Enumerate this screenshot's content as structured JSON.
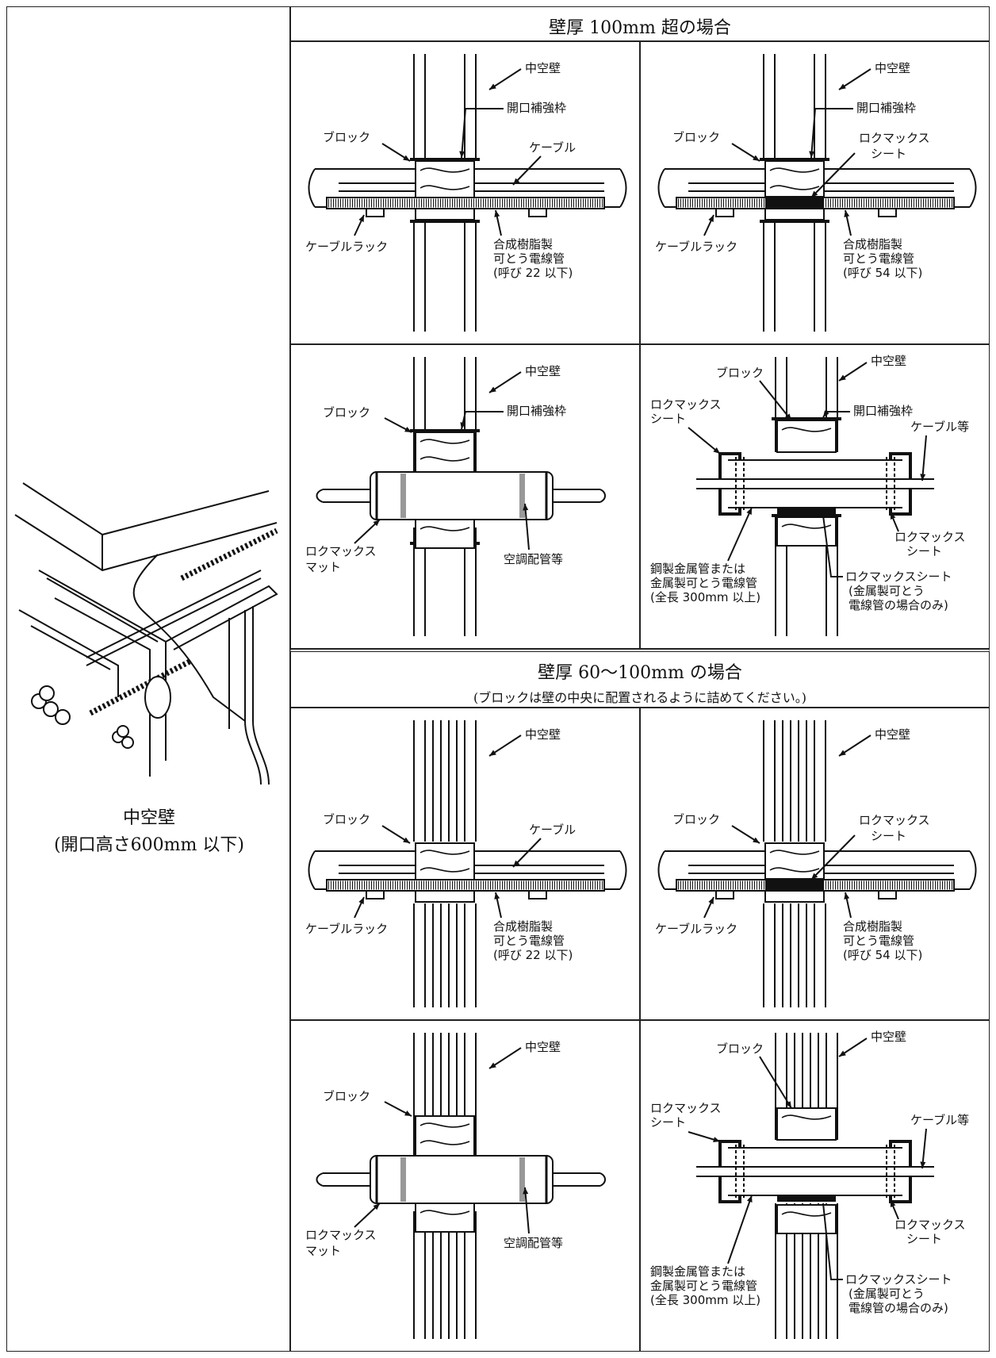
{
  "left": {
    "title": "中空壁",
    "subtitle": "(開口高さ600mm 以下)"
  },
  "sections": {
    "over100": {
      "title": "壁厚 100mm 超の場合"
    },
    "60to100": {
      "title": "壁厚 60～100mm の場合",
      "note": "(ブロックは壁の中央に配置されるように詰めてください。)"
    }
  },
  "labels": {
    "hollow_wall": "中空壁",
    "opening_frame": "開口補強枠",
    "block": "ブロック",
    "cable": "ケーブル",
    "cable_etc": "ケーブル等",
    "cable_rack": "ケーブルラック",
    "resin_conduit_1": "合成樹脂製",
    "resin_conduit_2": "可とう電線管",
    "call22": "(呼び 22 以下)",
    "call54": "(呼び 54 以下)",
    "rockmax_sheet_1": "ロクマックス",
    "rockmax_sheet_2": "シート",
    "rockmax_mat_1": "ロクマックス",
    "rockmax_mat_2": "マット",
    "aircon_pipe": "空調配管等",
    "steel_pipe_1": "鋼製金属管または",
    "steel_pipe_2": "金属製可とう電線管",
    "steel_pipe_3": "(全長 300mm 以上)",
    "rockmax_sheet_full": "ロクマックスシート",
    "metal_flex_1": "(金属製可とう",
    "metal_flex_2": "電線管の場合のみ)"
  },
  "colors": {
    "line": "#111111",
    "paper": "#ffffff"
  }
}
